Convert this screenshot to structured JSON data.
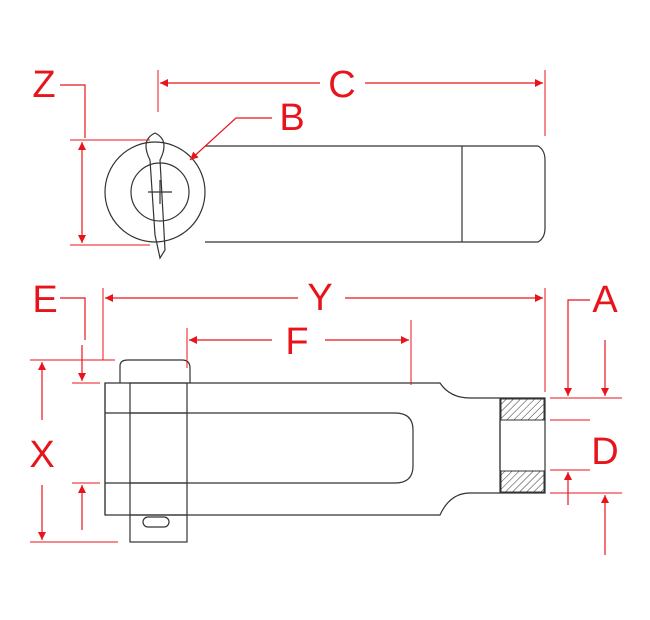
{
  "drawing": {
    "labels": {
      "Z": "Z",
      "C": "C",
      "B": "B",
      "E": "E",
      "Y": "Y",
      "A": "A",
      "F": "F",
      "X": "X",
      "D": "D"
    },
    "colors": {
      "dimension": "#e8141c",
      "outline": "#333333"
    }
  }
}
